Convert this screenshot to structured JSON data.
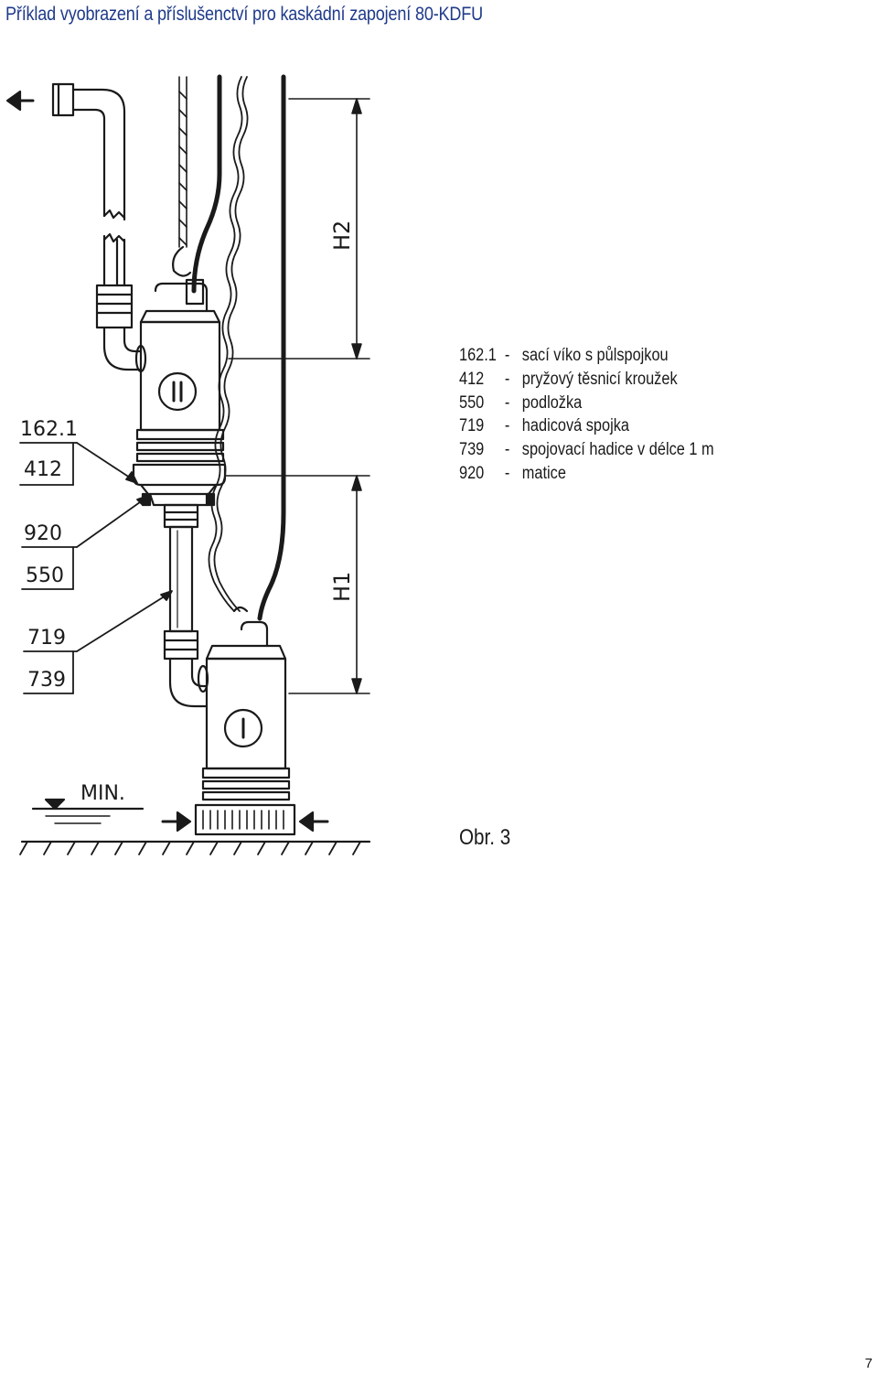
{
  "page": {
    "title": "Příklad vyobrazení a příslušenctví pro kaskádní zapojení 80-KDFU",
    "page_number": "7"
  },
  "figure": {
    "caption": "Obr. 3",
    "callouts": [
      "162.1",
      "412",
      "920",
      "550",
      "719",
      "739"
    ],
    "pump_labels": {
      "upper": "II",
      "lower": "I"
    },
    "dimensions": {
      "upper": "H2",
      "lower": "H1"
    },
    "water_level": "MIN."
  },
  "legend": [
    {
      "code": "162.1",
      "sep": "-",
      "text": "sací víko s půlspojkou"
    },
    {
      "code": "412",
      "sep": "-",
      "text": "pryžový těsnicí kroužek"
    },
    {
      "code": "550",
      "sep": "-",
      "text": "podložka"
    },
    {
      "code": "719",
      "sep": "-",
      "text": "hadicová spojka"
    },
    {
      "code": "739",
      "sep": "-",
      "text": "spojovací hadice v délce 1 m"
    },
    {
      "code": "920",
      "sep": "-",
      "text": "matice"
    }
  ]
}
